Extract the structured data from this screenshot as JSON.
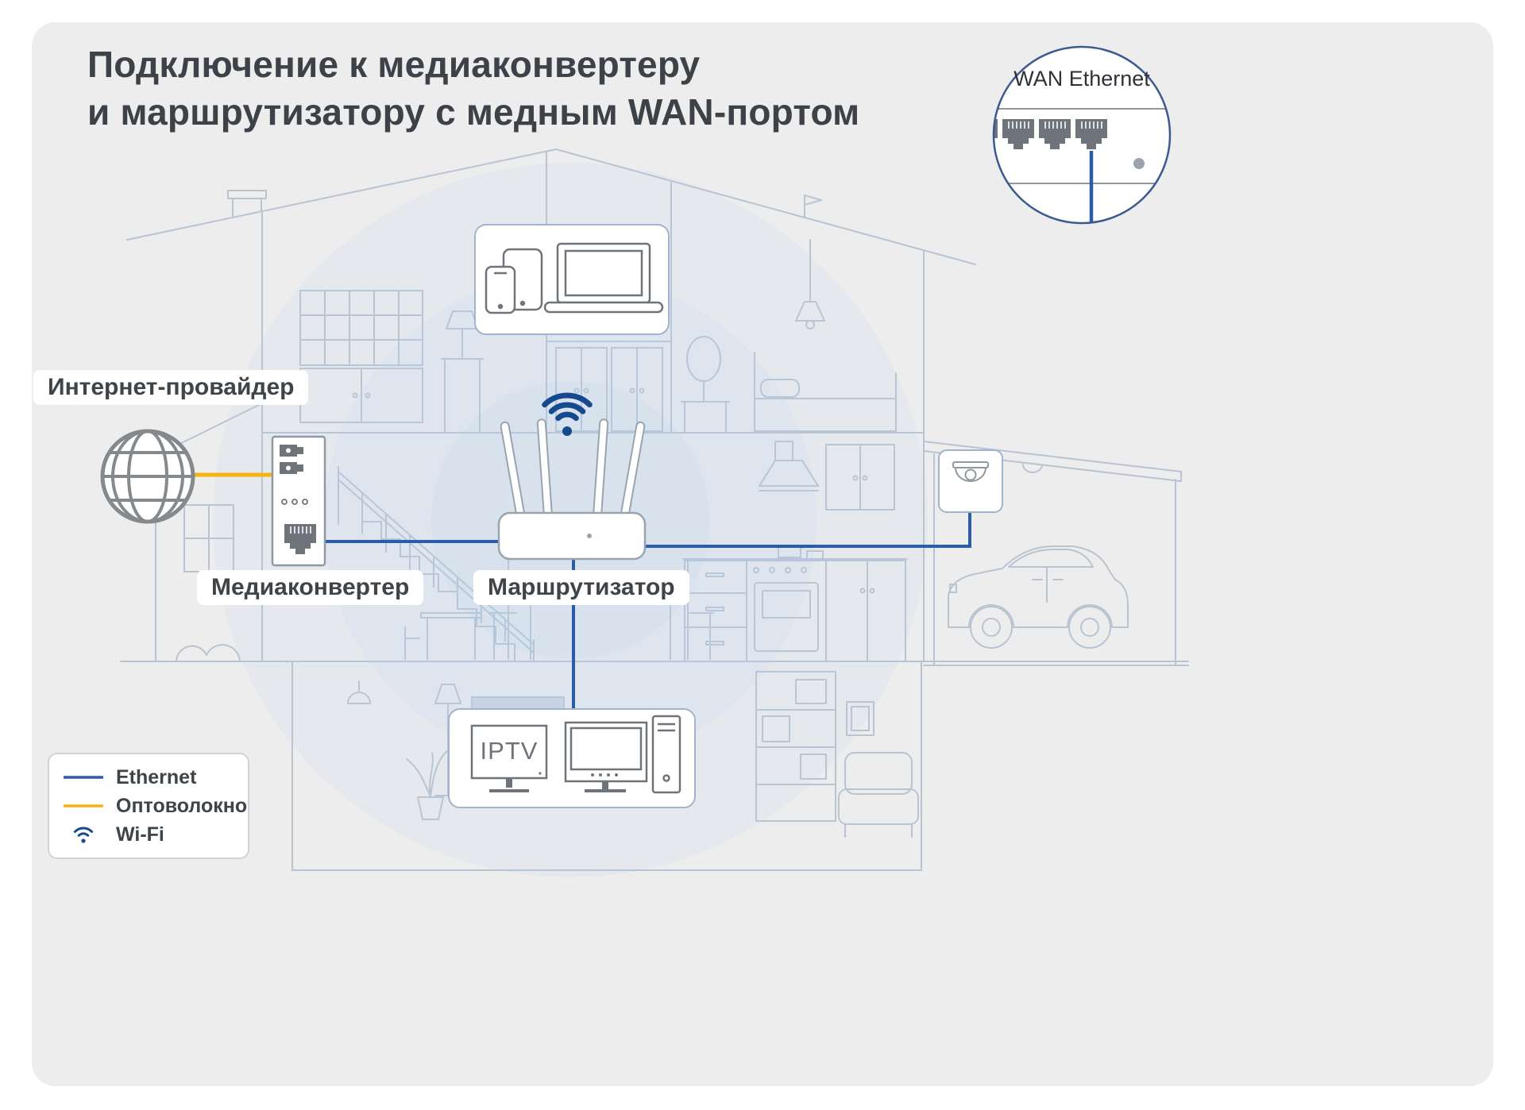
{
  "title": {
    "line1": "Подключение к медиаконвертеру",
    "line2": "и маршрутизатору с медным WAN-портом"
  },
  "wan_inset": {
    "label": "WAN Ethernet"
  },
  "nodes": {
    "provider_label": "Интернет-провайдер",
    "media_converter_label": "Медиаконвертер",
    "router_label": "Маршрутизатор",
    "iptv_label": "IPTV"
  },
  "legend": {
    "items": [
      {
        "label": "Ethernet"
      },
      {
        "label": "Оптоволокно"
      },
      {
        "label": "Wi-Fi"
      }
    ]
  },
  "colors": {
    "ethernet": "#2b5ca8",
    "fiber": "#f6b40e",
    "wifi": "#17498f",
    "house_line": "#b9c4d2",
    "panel_bg": "#ededee",
    "text": "#3f4449",
    "device_line": "#6e747a",
    "box_border": "#9fb4cf",
    "coverage": "#aed2ee"
  },
  "icons": {
    "globe-icon": "globe",
    "wifi-icon": "wifi-arcs",
    "rj45-port-icon": "rj45-jack",
    "dome-camera-icon": "dome-camera",
    "laptop-icon": "laptop",
    "smartphone-icon": "smartphone",
    "tablet-icon": "tablet",
    "tv-icon": "tv-with-stand",
    "monitor-icon": "monitor-with-stand",
    "pc-tower-icon": "pc-tower",
    "car-icon": "car-side",
    "lamp-icon": "pendant-lamp"
  }
}
